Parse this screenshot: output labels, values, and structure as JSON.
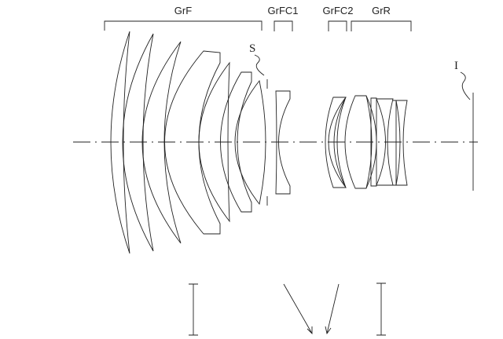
{
  "groups": {
    "front": "GrF",
    "focus1": "GrFC1",
    "focus2": "GrFC2",
    "rear": "GrR"
  },
  "markers": {
    "stop": "S",
    "image_plane": "I"
  },
  "colors": {
    "line": "#222222",
    "background": "#ffffff"
  }
}
